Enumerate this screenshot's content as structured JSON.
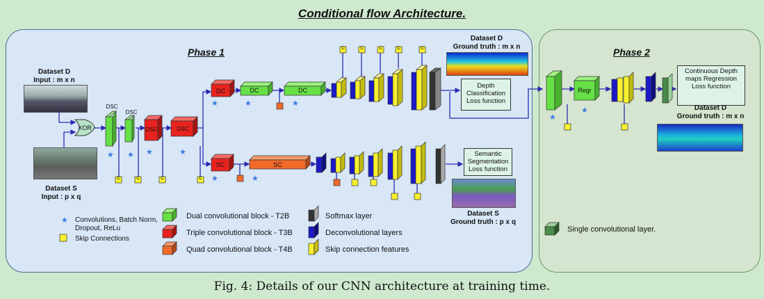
{
  "title": "Conditional flow Architecture.",
  "phase1": "Phase 1",
  "phase2": "Phase 2",
  "dataset_d_in": {
    "name": "Dataset D",
    "input": "Input : m x n"
  },
  "dataset_s_in": {
    "name": "Dataset S",
    "input": "Input : p x q"
  },
  "xor": "XOR",
  "dsc": "DSC",
  "dc": "DC",
  "sc": "SC",
  "regr": "Regr",
  "skip": "C",
  "gt_d": {
    "name": "Dataset D",
    "gt": "Ground truth : m x n"
  },
  "gt_s": {
    "name": "Dataset S",
    "gt": "Ground truth : p x q"
  },
  "gt_d2": {
    "name": "Dataset D",
    "gt": "Ground truth : m x n"
  },
  "depth_loss": "Depth Classification Loss function",
  "seg_loss": "Semantic Segmentation Loss function",
  "reg_loss": "Continuous Depth maps Regression Loss function",
  "legend": {
    "conv": "Convolutions, Batch Norm, Dropout, ReLu",
    "skip": "Skip Connections",
    "t2b": "Dual convolutional block   - T2B",
    "t3b": "Triple convolutional block   - T3B",
    "t4b": "Quad convolutional block   - T4B",
    "softmax": "Softmax layer",
    "deconv": "Deconvolutional layers",
    "skipfeat": "Skip connection features",
    "single": "Single convolutional layer."
  },
  "caption": "Fig. 4: Details of our CNN architecture at training time.",
  "colors": {
    "green": "#66e046",
    "red": "#e8231f",
    "orange": "#f26a2a",
    "blue": "#1a1ac8",
    "yellow": "#f8f030",
    "black": "#222222"
  }
}
